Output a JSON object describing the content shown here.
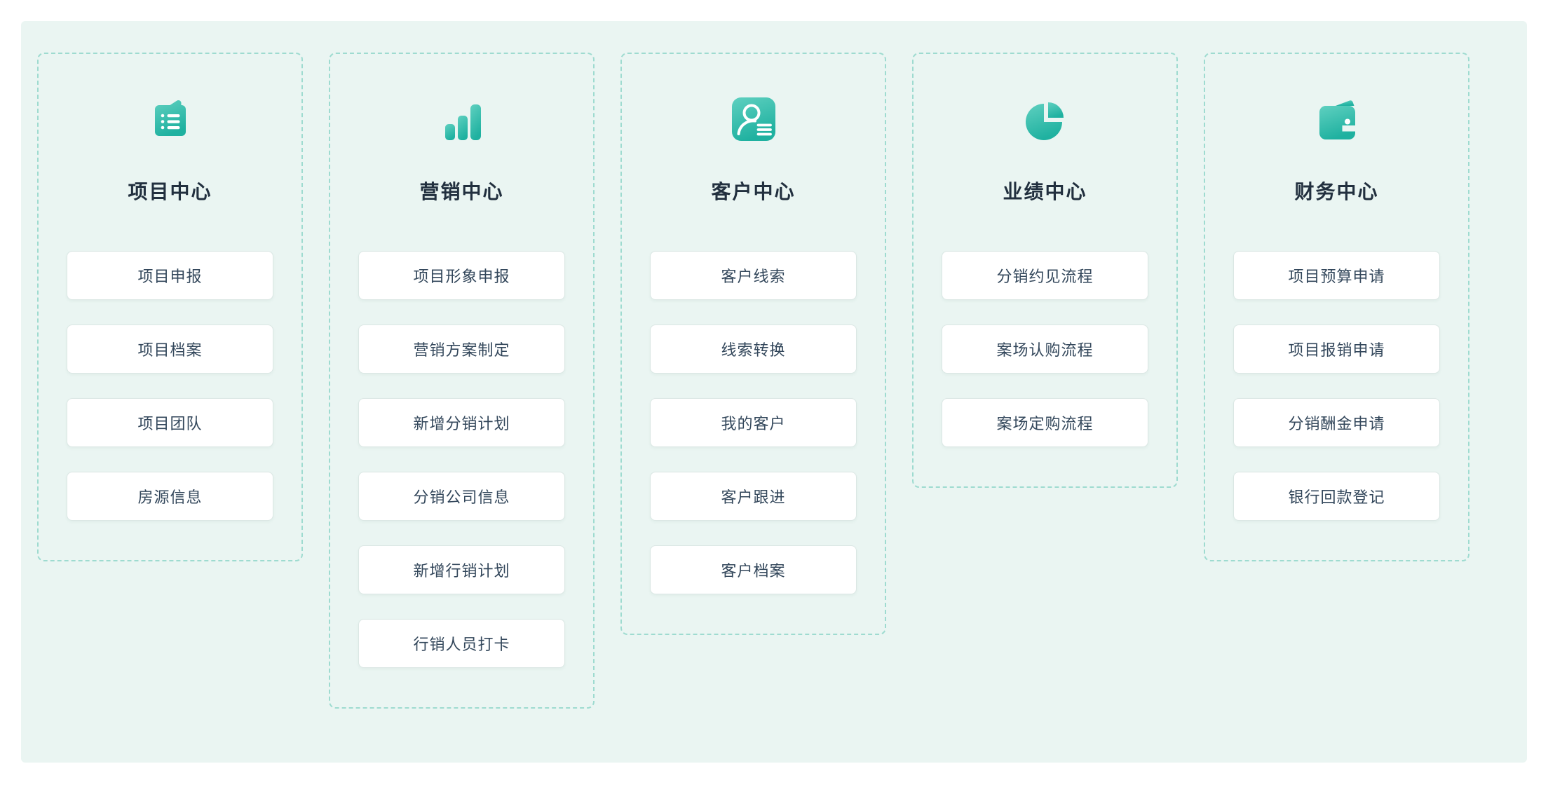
{
  "page": {
    "background": "#ffffff",
    "panel_bg": "#eaf5f2",
    "dash_border_color": "#9edbd0",
    "icon_gradient_start": "#5fd0c0",
    "icon_gradient_end": "#1fb1a0",
    "title_color": "#22303f",
    "button_text_color": "#33475b",
    "button_border_color": "#dbe7e4"
  },
  "sections": [
    {
      "title": "项目中心",
      "icon": "folder-list-icon",
      "items": [
        "项目申报",
        "项目档案",
        "项目团队",
        "房源信息"
      ]
    },
    {
      "title": "营销中心",
      "icon": "bar-chart-icon",
      "items": [
        "项目形象申报",
        "营销方案制定",
        "新增分销计划",
        "分销公司信息",
        "新增行销计划",
        "行销人员打卡"
      ]
    },
    {
      "title": "客户中心",
      "icon": "user-card-icon",
      "items": [
        "客户线索",
        "线索转换",
        "我的客户",
        "客户跟进",
        "客户档案"
      ]
    },
    {
      "title": "业绩中心",
      "icon": "pie-chart-icon",
      "items": [
        "分销约见流程",
        "案场认购流程",
        "案场定购流程"
      ]
    },
    {
      "title": "财务中心",
      "icon": "wallet-icon",
      "items": [
        "项目预算申请",
        "项目报销申请",
        "分销酬金申请",
        "银行回款登记"
      ]
    }
  ]
}
